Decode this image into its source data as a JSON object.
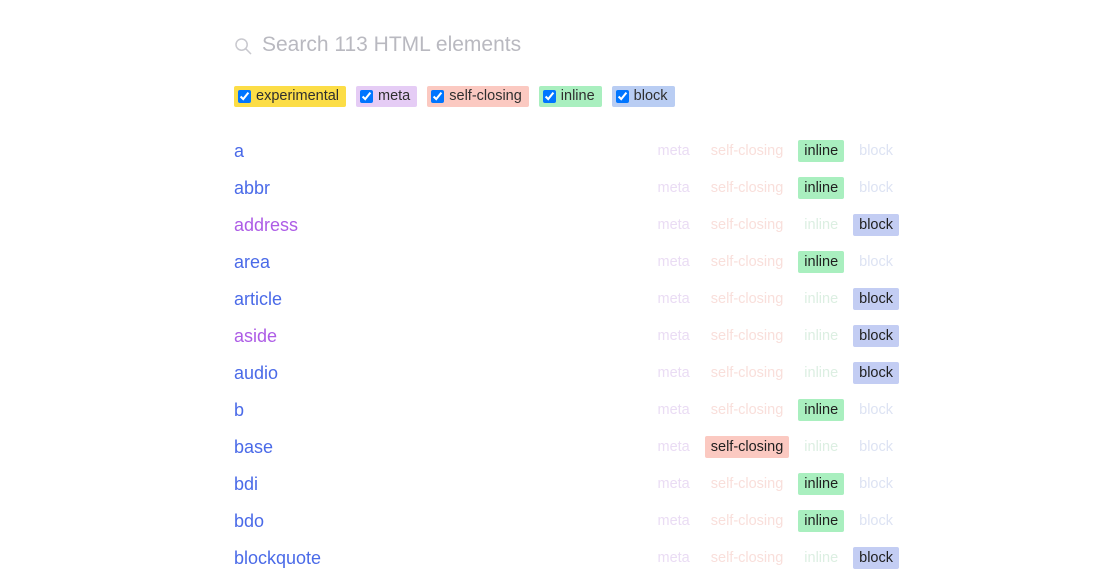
{
  "search": {
    "placeholder": "Search 113 HTML elements",
    "value": "",
    "icon": "search-icon"
  },
  "filters": [
    {
      "key": "experimental",
      "label": "experimental",
      "checked": true,
      "color": "#fcdd46"
    },
    {
      "key": "meta",
      "label": "meta",
      "checked": true,
      "color": "#e5ccf5"
    },
    {
      "key": "self-closing",
      "label": "self-closing",
      "checked": true,
      "color": "#fbc9c1"
    },
    {
      "key": "inline",
      "label": "inline",
      "checked": true,
      "color": "#a9efbf"
    },
    {
      "key": "block",
      "label": "block",
      "checked": true,
      "color": "#b9cdf3"
    }
  ],
  "tag_labels": {
    "meta": "meta",
    "self_closing": "self-closing",
    "inline": "inline",
    "block": "block"
  },
  "colors": {
    "link": "#4a6ae8",
    "link_visited": "#ad5ce6",
    "experimental": "#fcdd46",
    "meta": "#e5ccf5",
    "self_closing": "#fbc9c1",
    "inline": "#a9efbf",
    "block": "#c3cdf3",
    "placeholder": "#b9b9c0"
  },
  "elements": [
    {
      "name": "a",
      "visited": false,
      "meta": false,
      "self_closing": false,
      "inline": true,
      "block": false
    },
    {
      "name": "abbr",
      "visited": false,
      "meta": false,
      "self_closing": false,
      "inline": true,
      "block": false
    },
    {
      "name": "address",
      "visited": true,
      "meta": false,
      "self_closing": false,
      "inline": false,
      "block": true
    },
    {
      "name": "area",
      "visited": false,
      "meta": false,
      "self_closing": false,
      "inline": true,
      "block": false
    },
    {
      "name": "article",
      "visited": false,
      "meta": false,
      "self_closing": false,
      "inline": false,
      "block": true
    },
    {
      "name": "aside",
      "visited": true,
      "meta": false,
      "self_closing": false,
      "inline": false,
      "block": true
    },
    {
      "name": "audio",
      "visited": false,
      "meta": false,
      "self_closing": false,
      "inline": false,
      "block": true
    },
    {
      "name": "b",
      "visited": false,
      "meta": false,
      "self_closing": false,
      "inline": true,
      "block": false
    },
    {
      "name": "base",
      "visited": false,
      "meta": false,
      "self_closing": true,
      "inline": false,
      "block": false
    },
    {
      "name": "bdi",
      "visited": false,
      "meta": false,
      "self_closing": false,
      "inline": true,
      "block": false
    },
    {
      "name": "bdo",
      "visited": false,
      "meta": false,
      "self_closing": false,
      "inline": true,
      "block": false
    },
    {
      "name": "blockquote",
      "visited": false,
      "meta": false,
      "self_closing": false,
      "inline": false,
      "block": true
    }
  ]
}
